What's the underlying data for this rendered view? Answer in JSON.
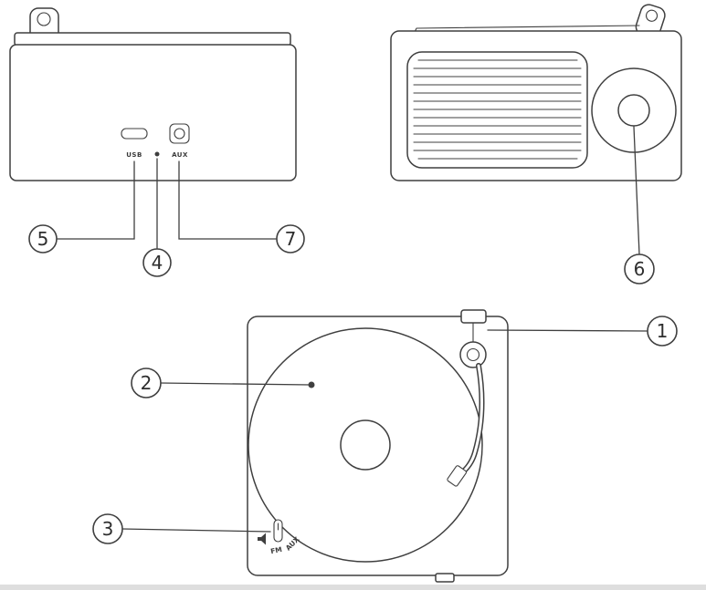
{
  "figure": {
    "labels": {
      "usb_port": "USB",
      "aux_port": "AUX",
      "switch_fm": "FM",
      "switch_aux": "AUX"
    },
    "callouts": {
      "c1": "1",
      "c2": "2",
      "c3": "3",
      "c4": "4",
      "c5": "5",
      "c6": "6",
      "c7": "7"
    },
    "colors": {
      "line": "#3f3f3f",
      "background": "#ffffff",
      "bottom_strip": "#dedede"
    }
  }
}
